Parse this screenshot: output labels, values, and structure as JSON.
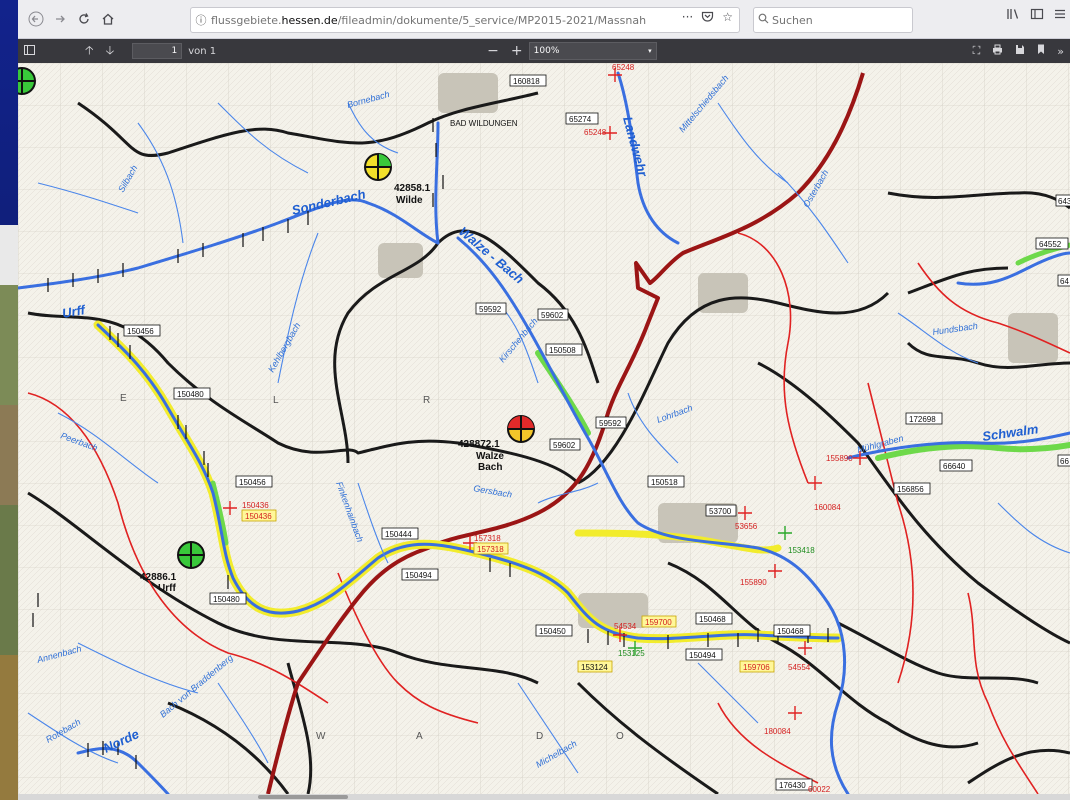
{
  "browser": {
    "url_prefix": "flussgebiete.",
    "url_host": "hessen.de",
    "url_path": "/fileadmin/dokumente/5_service/MP2015-2021/Massnah",
    "search_placeholder": "Suchen",
    "icons": {
      "back": "back-arrow-icon",
      "forward": "forward-arrow-icon",
      "reload": "reload-icon",
      "home": "home-icon",
      "info": "info-icon",
      "more": "more-icon",
      "pocket": "pocket-icon",
      "bookmark": "bookmark-star-icon",
      "library": "library-icon",
      "sidebar": "sidebar-icon",
      "menu": "hamburger-menu-icon"
    }
  },
  "pdf": {
    "page_number": "1",
    "page_total": "von 1",
    "zoom": "100%",
    "zoom_out": "−",
    "zoom_in": "+"
  },
  "map": {
    "colors": {
      "river": "#3a6fe0",
      "river_light": "#6fb3ff",
      "boundary_black": "#1a1a1a",
      "boundary_red": "#e02222",
      "boundary_darkred": "#9b1515",
      "highlight_yellow": "#f2ec2c",
      "highlight_green": "#6ed94a"
    },
    "sites": [
      {
        "id": "42858.1",
        "name": "Wilde",
        "quadrants": [
          "#f2e02a",
          "#39c83a"
        ]
      },
      {
        "id": "428872.1",
        "name": "Walze",
        "name2": "Bach",
        "quadrants": [
          "#e02a2a",
          "#f2c62a"
        ]
      },
      {
        "id": "42886.1",
        "name": "Urff",
        "quadrants": [
          "#39c83a",
          "#39c83a"
        ]
      }
    ],
    "river_labels": [
      "Sonderbach",
      "Walze - Bach",
      "Schwalm",
      "Urff",
      "Norde",
      "Landwehr"
    ],
    "small_river_labels": [
      "Silbach",
      "Bornebach",
      "Kehlbergbach",
      "Kirschenbach",
      "Lohrbach",
      "Gersbach",
      "Finkenhainbach",
      "Peerbach",
      "Mühlgraben",
      "Hundsbach",
      "Osterbach",
      "Mittelschiedsbach",
      "Annenbach",
      "Bach von Braddenberg",
      "Rotebach",
      "Michelbach"
    ],
    "town_label": "BAD WILDUNGEN",
    "station_boxes": [
      "160818",
      "65274",
      "59592",
      "59602",
      "150508",
      "150456",
      "150480",
      "59592",
      "59602",
      "150518",
      "53700",
      "150456",
      "150444",
      "150494",
      "150480",
      "150450",
      "150468",
      "150468",
      "150494",
      "172698",
      "66640",
      "156856",
      "64552",
      "176430"
    ],
    "red_labels": [
      "65248",
      "65248",
      "150436",
      "157318",
      "53656",
      "155890",
      "155890",
      "160084",
      "180084",
      "54534",
      "54554",
      "60022"
    ],
    "yellow_boxes": [
      "150436",
      "157318",
      "159700",
      "159706",
      "153124"
    ],
    "green_labels": [
      "153418",
      "153125"
    ],
    "truncated_right_boxes": [
      "643",
      "64",
      "66"
    ]
  }
}
